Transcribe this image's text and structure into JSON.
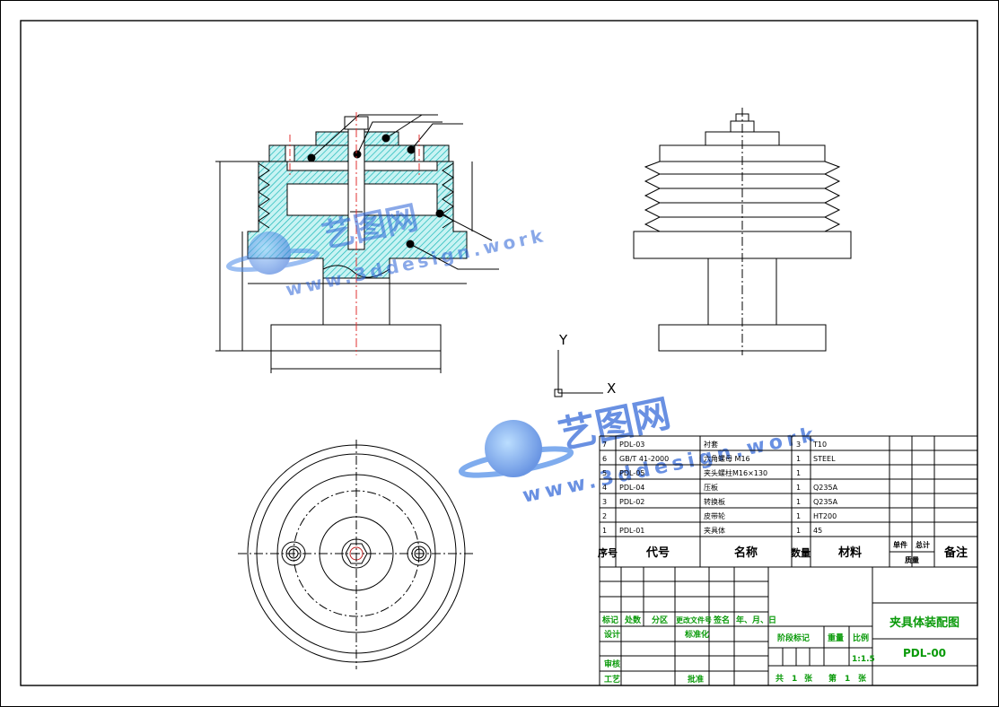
{
  "axes_icon": {
    "x_label": "X",
    "y_label": "Y"
  },
  "watermark": {
    "brand": "艺图网",
    "url": "www.3ddesign.work"
  },
  "bom": {
    "rows": [
      {
        "no": "7",
        "code": "PDL-03",
        "name": "衬套",
        "qty": "3",
        "material": "T10",
        "unit": "",
        "total": "",
        "remark": ""
      },
      {
        "no": "6",
        "code": "GB/T 41-2000",
        "name": "六角螺母 M16",
        "qty": "1",
        "material": "STEEL",
        "unit": "",
        "total": "",
        "remark": ""
      },
      {
        "no": "5",
        "code": "PDL-05",
        "name": "夹头螺柱M16×130",
        "qty": "1",
        "material": "",
        "unit": "",
        "total": "",
        "remark": ""
      },
      {
        "no": "4",
        "code": "PDL-04",
        "name": "压板",
        "qty": "1",
        "material": "Q235A",
        "unit": "",
        "total": "",
        "remark": ""
      },
      {
        "no": "3",
        "code": "PDL-02",
        "name": "转换板",
        "qty": "1",
        "material": "Q235A",
        "unit": "",
        "total": "",
        "remark": ""
      },
      {
        "no": "2",
        "code": "",
        "name": "皮带轮",
        "qty": "1",
        "material": "HT200",
        "unit": "",
        "total": "",
        "remark": ""
      },
      {
        "no": "1",
        "code": "PDL-01",
        "name": "夹具体",
        "qty": "1",
        "material": "45",
        "unit": "",
        "total": "",
        "remark": ""
      }
    ],
    "header": {
      "no": "序号",
      "code": "代号",
      "name": "名称",
      "qty": "数量",
      "material": "材料",
      "unit": "单件",
      "total": "总计",
      "weight": "质量",
      "remark": "备注"
    }
  },
  "title_block": {
    "labels": {
      "mark": "标记",
      "count": "处数",
      "zone": "分区",
      "doc_no": "更改文件号",
      "sign": "签名",
      "date": "年、月、日",
      "design": "设计",
      "standard": "标准化",
      "check": "审核",
      "process": "工艺",
      "approve": "批准",
      "stage": "阶段标记",
      "weight": "重量",
      "scale": "比例"
    },
    "scale": "1:1.5",
    "drawing_name": "夹具体装配图",
    "drawing_no": "PDL-00",
    "sheets": {
      "total_prefix": "共",
      "total": "1",
      "unit": "张",
      "current_prefix": "第",
      "current": "1",
      "current_unit": "张"
    }
  },
  "colors": {
    "line": "#000000",
    "hatch": "#1ec8c8",
    "hatch_fill": "#bff0f0",
    "center": "#e03030",
    "title_text": "#0a9a0a",
    "watermark": "#2a62d6"
  }
}
